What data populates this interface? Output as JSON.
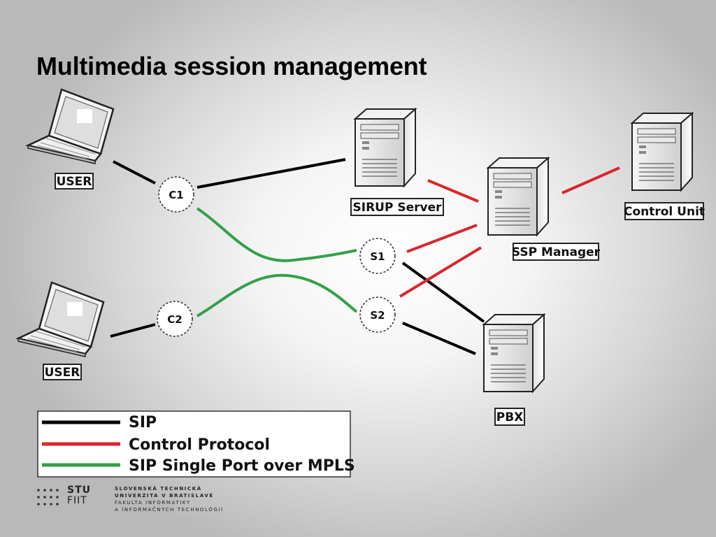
{
  "title": "Multimedia session management",
  "nodes": {
    "user1_label": "USER",
    "user2_label": "USER",
    "c1": "C1",
    "c2": "C2",
    "s1": "S1",
    "s2": "S2",
    "sirup_server": "SIRUP Server",
    "ssp_manager": "SSP Manager",
    "control_unit": "Control Unit",
    "pbx": "PBX"
  },
  "legend": [
    {
      "label": "SIP",
      "color": "#000000"
    },
    {
      "label": "Control Protocol",
      "color": "#d9262c"
    },
    {
      "label": "SIP Single Port over MPLS",
      "color": "#33a04a"
    }
  ],
  "colors": {
    "sip": "#000000",
    "control": "#d9262c",
    "mpls": "#33a04a"
  },
  "footer": {
    "logo_top": "STU",
    "logo_bottom": "FIIT",
    "line1": "SLOVENSKÁ TECHNICKÁ",
    "line2": "UNIVERZITA V BRATISLAVE",
    "line3": "FAKULTA INFORMATIKY",
    "line4": "A INFORMAČNÝCH TECHNOLÓGIÍ"
  }
}
